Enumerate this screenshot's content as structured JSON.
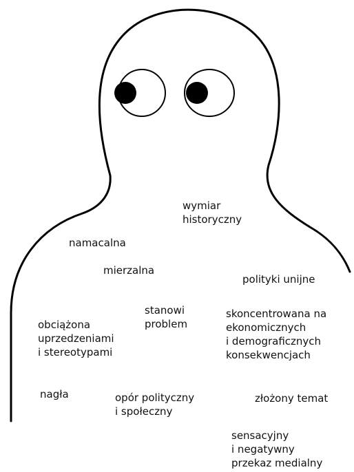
{
  "figure": {
    "stroke_color": "#000000",
    "pupil_color": "#000000",
    "eye_fill": "#ffffff"
  },
  "labels": {
    "wymiar": [
      "wymiar",
      "historyczny"
    ],
    "namacalna": "namacalna",
    "mierzalna": "mierzalna",
    "polityki": "polityki unijne",
    "stanowi": [
      "stanowi",
      "problem"
    ],
    "skoncentrowana": [
      "skoncentrowana na",
      "ekonomicznych",
      "i demograficznych",
      "konsekwencjach"
    ],
    "obciazona": [
      "obciążona",
      "uprzedzeniami",
      "i stereotypami"
    ],
    "nagla": "nagła",
    "opor": [
      "opór polityczny",
      "i społeczny"
    ],
    "zlozony": "złożony temat",
    "sensacyjny": [
      "sensacyjny",
      "i negatywny",
      "przekaz medialny"
    ]
  }
}
